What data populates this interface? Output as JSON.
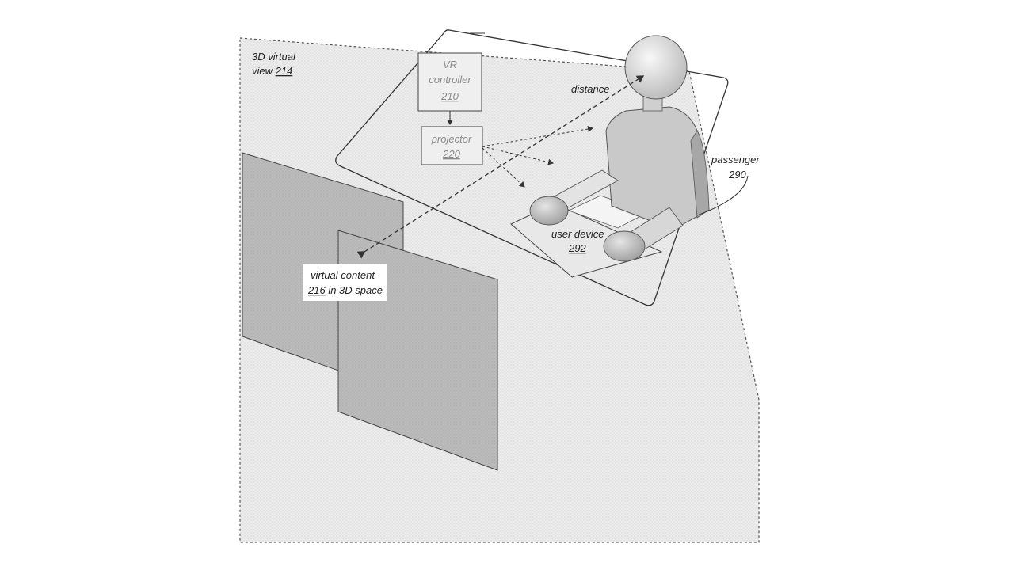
{
  "view": {
    "line1": "3D virtual",
    "line2": "view ",
    "ref": "214"
  },
  "vr_controller": {
    "line1": "VR",
    "line2": "controller",
    "ref": "210"
  },
  "projector": {
    "line1": "projector",
    "ref": "220"
  },
  "distance": {
    "label": "distance"
  },
  "passenger": {
    "line1": "passenger",
    "ref": "290"
  },
  "user_device": {
    "line1": "user device",
    "ref": "292"
  },
  "virtual_content": {
    "line1": "virtual content",
    "ref": "216",
    "line2_rest": " in 3D space"
  },
  "colors": {
    "view_fill": "#ececec",
    "panel_fill": "#b9b9b9",
    "dashed": "#555555",
    "figure_light": "#e6e6e6",
    "figure_mid": "#bdbdbd",
    "figure_dark": "#9e9e9e",
    "text": "#222222",
    "box_text_gray": "#8a8a8a"
  }
}
